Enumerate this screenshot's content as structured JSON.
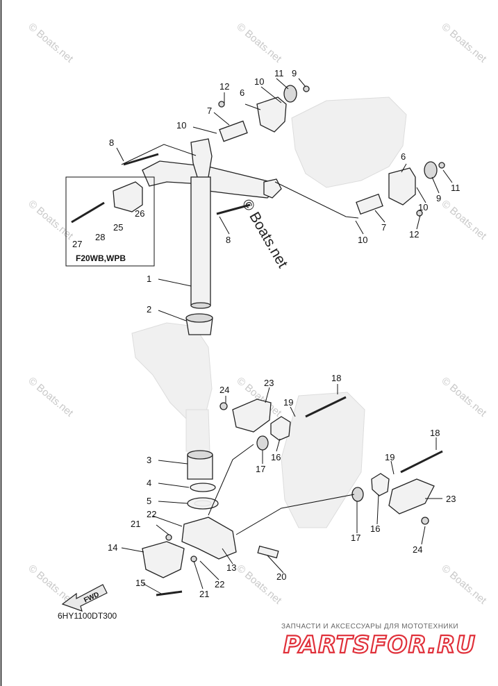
{
  "diagram": {
    "diagram_code": "6HY1100DT300",
    "variant_box_label": "F20WB,WPB",
    "fwd_label": "FWD",
    "watermark_small": "© Boats.net",
    "watermark_center": "© Boats.net",
    "banner_top": "ЗАПЧАСТИ И АКСЕССУАРЫ ДЛЯ МОТОТЕХНИКИ",
    "banner_brand": "PARTSFOR.RU",
    "accent_color": "#e0303a",
    "callouts": [
      "9",
      "11",
      "12",
      "10",
      "6",
      "7",
      "10",
      "8",
      "6",
      "11",
      "9",
      "10",
      "27",
      "28",
      "25",
      "26",
      "8",
      "10",
      "12",
      "7",
      "1",
      "2",
      "3",
      "4",
      "5",
      "18",
      "24",
      "23",
      "19",
      "16",
      "17",
      "18",
      "19",
      "23",
      "16",
      "17",
      "24",
      "21",
      "22",
      "14",
      "13",
      "20",
      "22",
      "21",
      "15"
    ]
  }
}
